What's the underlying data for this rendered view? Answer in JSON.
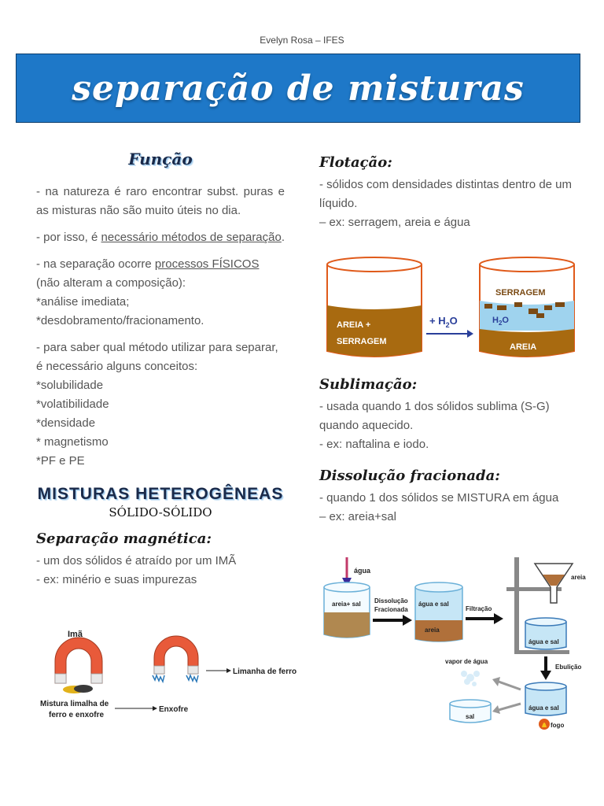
{
  "author": "Evelyn Rosa – IFES",
  "title": "separação de misturas",
  "funcao": {
    "heading": "Função",
    "p1": "- na natureza é raro encontrar subst. puras e as misturas não são muito úteis no dia.",
    "p2_a": "- por isso, é ",
    "p2_u": "necessário métodos de separação",
    "p2_b": ".",
    "p3_a": "- na separação ocorre ",
    "p3_u": "processos FÍSICOS ",
    "p3_b": "(não alteram a composição):",
    "p3_items": [
      "*análise imediata;",
      "*desdobramento/fracionamento."
    ],
    "p4": "- para saber qual método utilizar para separar, é necessário alguns conceitos:",
    "p4_items": [
      "*solubilidade",
      "*volatibilidade",
      "*densidade",
      "* magnetismo",
      "*PF e PE"
    ]
  },
  "heterogeneas": {
    "heading": "MISTURAS HETEROGÊNEAS",
    "sub": "SÓLIDO-SÓLIDO"
  },
  "magnetica": {
    "heading": "Separação magnética:",
    "lines": [
      "- um dos sólidos é atraído por um IMÃ",
      "- ex: minério e suas impurezas"
    ],
    "fig": {
      "ima": "Imã",
      "mistura_1": "Mistura limalha de",
      "mistura_2": "ferro e enxofre",
      "enxofre": "Enxofre",
      "limalha": "Limanha de ferro"
    }
  },
  "flotacao": {
    "heading": "Flotação:",
    "lines": [
      "- sólidos com densidades distintas dentro de um líquido.",
      "– ex: serragem, areia e água"
    ],
    "fig": {
      "left_1": "AREIA +",
      "left_2": "SERRAGEM",
      "arrow_a": "+ H",
      "arrow_sub": "2",
      "arrow_b": "O",
      "serragem": "SERRAGEM",
      "h2o_a": "H",
      "h2o_sub": "2",
      "h2o_b": "O",
      "areia": "AREIA"
    }
  },
  "sublimacao": {
    "heading": "Sublimação:",
    "lines": [
      "- usada quando 1 dos sólidos sublima (S-G) quando aquecido.",
      "- ex: naftalina e iodo."
    ]
  },
  "dissolucao": {
    "heading": "Dissolução fracionada:",
    "lines": [
      "- quando 1 dos sólidos se MISTURA em água",
      "– ex: areia+sal"
    ],
    "fig": {
      "agua": "água",
      "areia_sal": "areia+ sal",
      "dissol_1": "Dissolução",
      "dissol_2": "Fracionada",
      "agua_sal": "água e sal",
      "areia": "areia",
      "filtracao": "Filtração",
      "areia_funil": "areia",
      "agua_sal_2": "água e sal",
      "ebulicao": "Ebulição",
      "vapor": "vapor de água",
      "agua_sal_3": "água e sal",
      "sal": "sal",
      "fogo": "fogo"
    }
  },
  "colors": {
    "banner": "#1e78c8",
    "orange_outline": "#e05a1a",
    "sand": "#a86a10",
    "water": "#9fd3ee",
    "arrow_blue": "#2a3f9a"
  }
}
